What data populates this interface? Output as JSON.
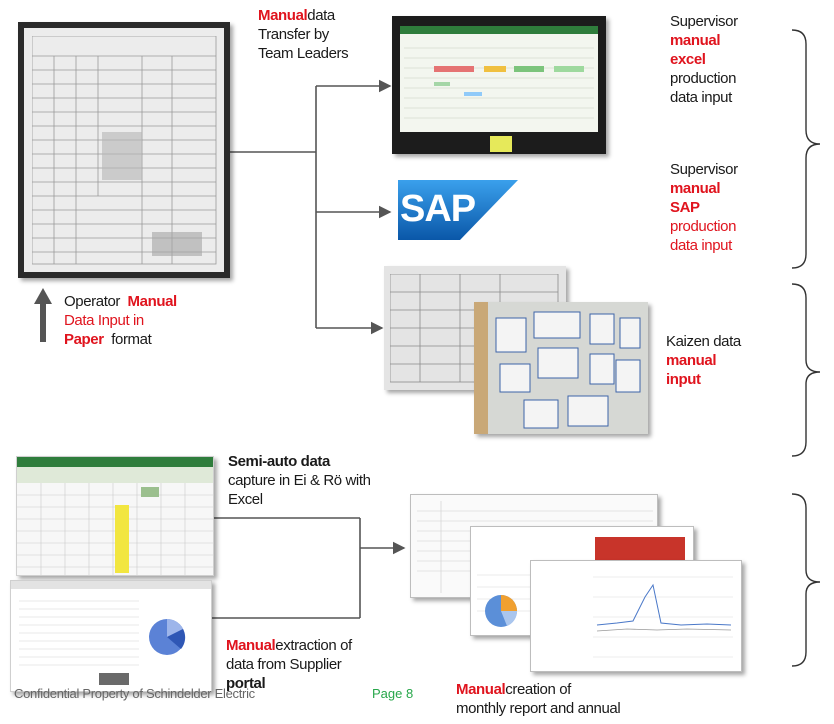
{
  "top_left": {
    "operator_1": "Operator",
    "operator_2": "Manual",
    "operator_3": "Data Input in",
    "operator_4": "Paper",
    "operator_5": "format"
  },
  "transfer": {
    "l1a": "Manual",
    "l1b": "data",
    "l2": "Transfer by",
    "l3": "Team Leaders"
  },
  "sap_logo": "SAP",
  "supervisor_excel": [
    "Supervisor",
    "manual",
    "excel",
    "production",
    "data input"
  ],
  "supervisor_sap": [
    "Supervisor",
    "manual",
    "SAP",
    "production",
    "data input"
  ],
  "kaizen": [
    "Kaizen data",
    "manual",
    "input"
  ],
  "semi_auto": {
    "l1": "Semi-auto data",
    "l2": "capture in Ei & Rö with",
    "l3": "Excel"
  },
  "extraction": {
    "l1a": "Manual",
    "l1b": "extraction of",
    "l2": "data from Supplier",
    "l3": "portal"
  },
  "creation": {
    "l1a": "Manual",
    "l1b": "creation of",
    "l2": "monthly report and annual"
  },
  "footer": {
    "confidential": "Confidential Property of Schindelder Electric",
    "page": "Page 8"
  },
  "colors": {
    "accent_red": "#e0141e",
    "arrow_gray": "#555555",
    "sap_blue": "#1b6fc0",
    "footer_green": "#27a64a"
  }
}
